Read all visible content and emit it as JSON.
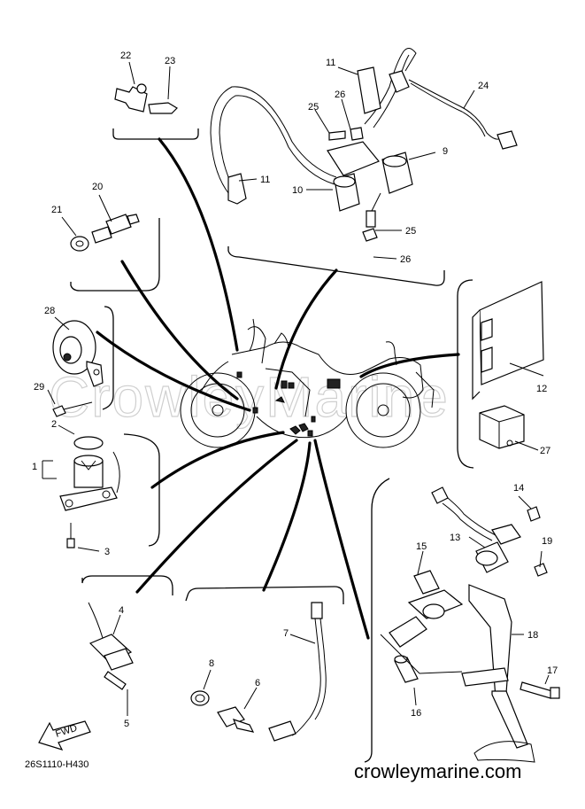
{
  "watermark": "CrowleyMarine",
  "footer": {
    "drawing_code": "26S1110-H430",
    "site": "crowleymarine.com"
  },
  "fwd_label": "FWD",
  "callouts": {
    "c1": "1",
    "c2": "2",
    "c3": "3",
    "c4": "4",
    "c5": "5",
    "c6": "6",
    "c7": "7",
    "c8": "8",
    "c9": "9",
    "c10": "10",
    "c11a": "11",
    "c11b": "11",
    "c12": "12",
    "c13": "13",
    "c14": "14",
    "c15": "15",
    "c16": "16",
    "c17": "17",
    "c18": "18",
    "c19": "19",
    "c20": "20",
    "c21": "21",
    "c22": "22",
    "c23": "23",
    "c24": "24",
    "c25a": "25",
    "c25b": "25",
    "c26a": "26",
    "c26b": "26",
    "c27": "27",
    "c28": "28",
    "c29": "29"
  }
}
